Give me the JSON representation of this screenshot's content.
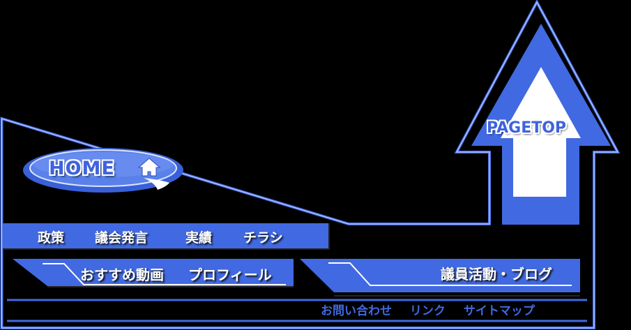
{
  "colors": {
    "accent": "#4169e1",
    "outline": "#4a70e8",
    "highlight": "#ffffff",
    "background": "#000000"
  },
  "home_button": {
    "label": "HOME",
    "icon": "house-icon"
  },
  "pagetop_button": {
    "label": "PAGETOP",
    "icon": "up-arrow-icon"
  },
  "main_nav": {
    "items": [
      {
        "label": "政策"
      },
      {
        "label": "議会発言"
      },
      {
        "label": "実績"
      },
      {
        "label": "チラシ"
      }
    ]
  },
  "sub_nav": {
    "left_tab": {
      "items": [
        {
          "label": "おすすめ動画"
        },
        {
          "label": "プロフィール"
        }
      ]
    },
    "right_tab": {
      "label": "議員活動・ブログ"
    }
  },
  "footer_nav": {
    "items": [
      {
        "label": "お問い合わせ"
      },
      {
        "label": "リンク"
      },
      {
        "label": "サイトマップ"
      }
    ]
  }
}
